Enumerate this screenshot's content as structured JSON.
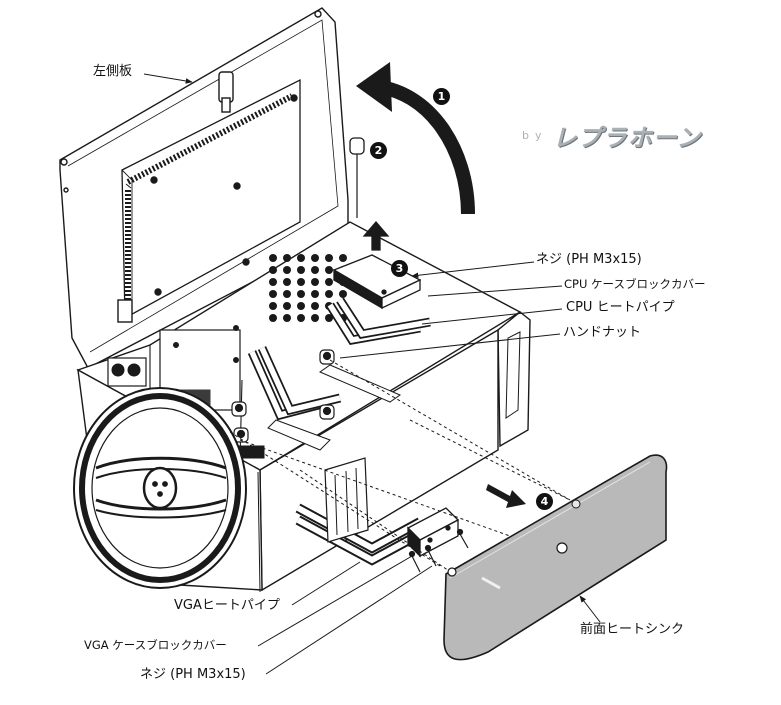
{
  "labels": {
    "left_panel": "左側板",
    "screw_top": "ネジ (PH M3x15)",
    "cpu_cover": "CPU ケースブロックカバー",
    "cpu_heatpipe": "CPU ヒートパイプ",
    "hand_nut": "ハンドナット",
    "vga_heatpipe": "VGAヒートパイプ",
    "vga_cover": "VGA ケースブロックカバー",
    "screw_bottom": "ネジ (PH M3x15)",
    "front_heatsink": "前面ヒートシンク"
  },
  "steps": [
    "1",
    "2",
    "3",
    "4"
  ],
  "brand": {
    "by": "by",
    "name": "レプラホーン"
  },
  "colors": {
    "line": "#1a1a1a",
    "heatsink_fill": "#b9b9b9",
    "brand": "#aab1b6"
  }
}
